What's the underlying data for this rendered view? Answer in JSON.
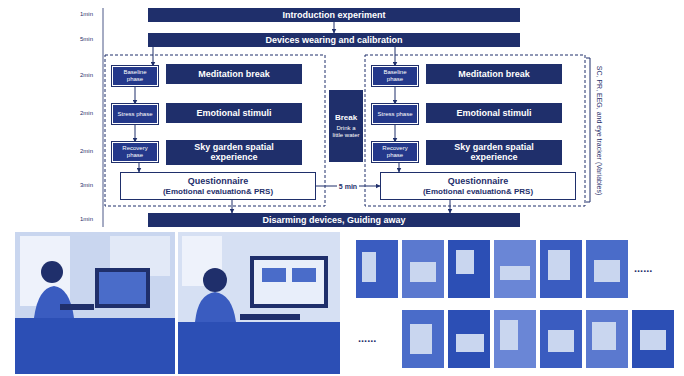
{
  "diagram": {
    "nodes": [
      {
        "text": [
          "Introduction experiment"
        ]
      },
      {
        "text": [
          "Devices wearing and calibration"
        ]
      },
      {
        "text": [
          "Baseline phase"
        ]
      },
      {
        "text": [
          "Meditation break"
        ]
      },
      {
        "text": [
          "Stress phase"
        ]
      },
      {
        "text": [
          "Emotional stimuli"
        ]
      },
      {
        "text": [
          "Recovery phase"
        ]
      },
      {
        "text": [
          "Sky garden spatial experience"
        ]
      },
      {
        "text": [
          "Questionnaire",
          "(Emotional evaluation& PRS)"
        ]
      },
      {
        "text": [
          "Break",
          "Drink a little water"
        ]
      },
      {
        "text": [
          "Baseline phase"
        ]
      },
      {
        "text": [
          "Meditation break"
        ]
      },
      {
        "text": [
          "Stress phase"
        ]
      },
      {
        "text": [
          "Emotional stimuli"
        ]
      },
      {
        "text": [
          "Recovery phase"
        ]
      },
      {
        "text": [
          "Sky garden spatial experience"
        ]
      },
      {
        "text": [
          "Questionnaire",
          "(Emotional evaluation& PRS)"
        ]
      },
      {
        "text": [
          "Disarming devices, Guiding away"
        ]
      }
    ],
    "edges": [
      {
        "from": 0,
        "to": 1,
        "arrow": "to"
      },
      {
        "from": 1,
        "to": 2,
        "arrow": "to"
      },
      {
        "from": 1,
        "to": 10,
        "arrow": "to"
      },
      {
        "from": 2,
        "to": 4,
        "arrow": "to"
      },
      {
        "from": 4,
        "to": 6,
        "arrow": "to"
      },
      {
        "from": 6,
        "to": 8,
        "arrow": "to"
      },
      {
        "from": 10,
        "to": 12,
        "arrow": "to"
      },
      {
        "from": 12,
        "to": 14,
        "arrow": "to"
      },
      {
        "from": 14,
        "to": 16,
        "arrow": "to"
      },
      {
        "from": 8,
        "to": 16,
        "label": "5 min",
        "arrow": "to"
      },
      {
        "from": 8,
        "to": 17,
        "arrow": "to"
      },
      {
        "from": 16,
        "to": 17,
        "arrow": "to"
      }
    ],
    "labels": [
      "1min",
      "5min",
      "2min",
      "2min",
      "2min",
      "3min",
      "1min",
      "SC, PR, EEG, and eye tracker (Variables)",
      "......",
      "......"
    ]
  }
}
